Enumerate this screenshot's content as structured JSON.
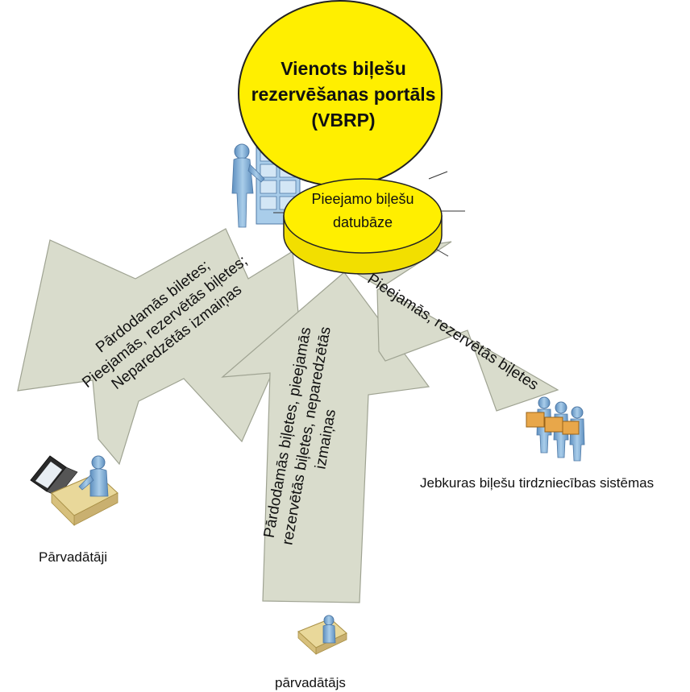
{
  "portal": {
    "line1": "Vienots biļešu",
    "line2": "rezervēšanas portāls",
    "line3": "(VBRP)",
    "color": "#ffef00"
  },
  "database": {
    "line1": "Pieejamo biļešu",
    "line2": "datubāze",
    "color": "#ffef00"
  },
  "arrow_left": {
    "line1": "Pārdodamās biletes;",
    "line2": "Pieejamās, rezervētās biļetes;",
    "line3": "Neparedzētās izmaiņas"
  },
  "arrow_middle": {
    "line1": "Pārdodamās biļetes, pieejamās",
    "line2": "rezervētās biļetes, neparedzētās",
    "line3": "izmaiņas"
  },
  "arrow_right": {
    "line1": "Pieejamās, rezervētās biļetes"
  },
  "captions": {
    "carriers": "Pārvadātāji",
    "carrier": "pārvadātājs",
    "sales_systems": "Jebkuras biļešu tirdzniecības sistēmas"
  },
  "colors": {
    "arrow_fill": "#d9dccc",
    "arrow_stroke": "#9fa392",
    "person": "#8db8dc"
  }
}
